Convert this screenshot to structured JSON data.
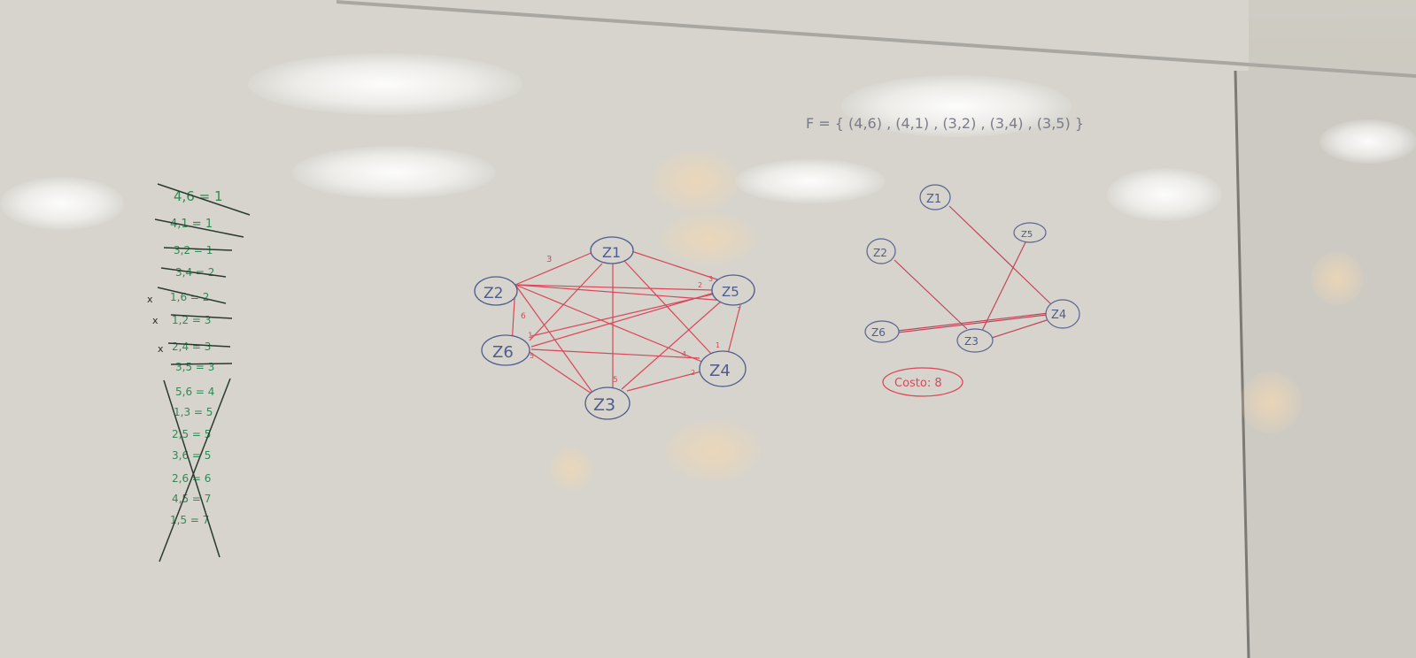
{
  "colors": {
    "board": "#d7d5cf",
    "green_marker": "#2f8a55",
    "blue_marker": "#4f5d8e",
    "red_marker": "#d9475a",
    "gray_marker": "#7a7c88"
  },
  "set_label": "F = { (4,6) , (4,1) , (3,2) , (3,4) , (3,5) }",
  "edge_list": [
    "4,6 = 1",
    "4,1 = 1",
    "3,2 = 1",
    "3,4 = 2",
    "1,6 = 2",
    "1,2 = 3",
    "2,4 = 3",
    "3,5 = 3",
    "5,6 = 4",
    "1,3 = 5",
    "2,5 = 5",
    "3,6 = 5",
    "2,6 = 6",
    "4,5 = 7",
    "1,5 = 7"
  ],
  "edge_marks": [
    "x",
    "x",
    "x"
  ],
  "graph_left": {
    "nodes": [
      "Z1",
      "Z2",
      "Z3",
      "Z4",
      "Z5",
      "Z6"
    ],
    "weights": [
      "3",
      "6",
      "5",
      "1",
      "2",
      "7",
      "3",
      "2",
      "1",
      "5",
      "4"
    ]
  },
  "graph_right": {
    "nodes": [
      "Z1",
      "Z2",
      "Z3",
      "Z4",
      "Z5",
      "Z6"
    ]
  },
  "cost_label": "Costo: 8"
}
